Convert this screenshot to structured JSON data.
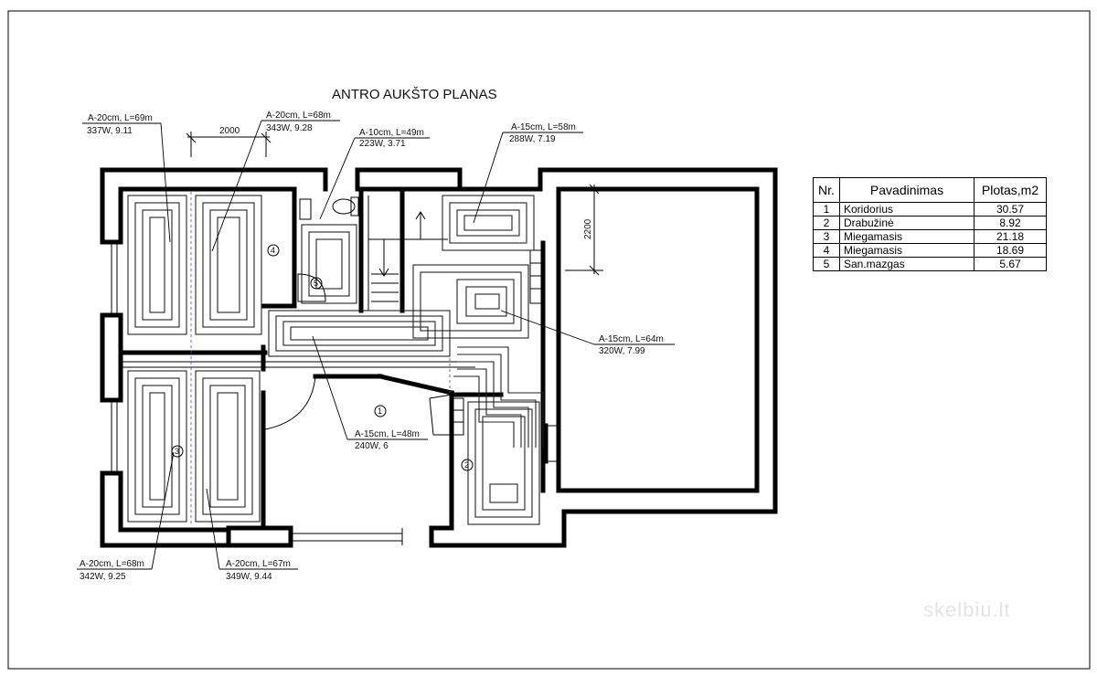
{
  "title": "ANTRO AUKŠTO PLANAS",
  "dimensions": {
    "d1": "2000",
    "d2": "2200"
  },
  "circuits": [
    {
      "name": "A-20cm, L=69m",
      "power": "337W, 9.11"
    },
    {
      "name": "A-20cm, L=68m",
      "power": "343W, 9.28"
    },
    {
      "name": "A-10cm, L=49m",
      "power": "223W, 3.71"
    },
    {
      "name": "A-15cm, L=58m",
      "power": "288W, 7.19"
    },
    {
      "name": "A-15cm, L=64m",
      "power": "320W, 7.99"
    },
    {
      "name": "A-15cm, L=48m",
      "power": "240W, 6"
    },
    {
      "name": "A-20cm, L=68m",
      "power": "342W, 9.25"
    },
    {
      "name": "A-20cm, L=67m",
      "power": "349W, 9.44"
    }
  ],
  "room_markers": [
    "1",
    "2",
    "3",
    "4",
    "5"
  ],
  "legend": {
    "headers": {
      "nr": "Nr.",
      "name": "Pavadinimas",
      "area": "Plotas,m2"
    },
    "rows": [
      {
        "nr": "1",
        "name": "Koridorius",
        "area": "30.57"
      },
      {
        "nr": "2",
        "name": "Drabužinė",
        "area": "8.92"
      },
      {
        "nr": "3",
        "name": "Miegamasis",
        "area": "21.18"
      },
      {
        "nr": "4",
        "name": "Miegamasis",
        "area": "18.69"
      },
      {
        "nr": "5",
        "name": "San.mazgas",
        "area": "5.67"
      }
    ]
  },
  "watermark": "skelbiu.lt"
}
